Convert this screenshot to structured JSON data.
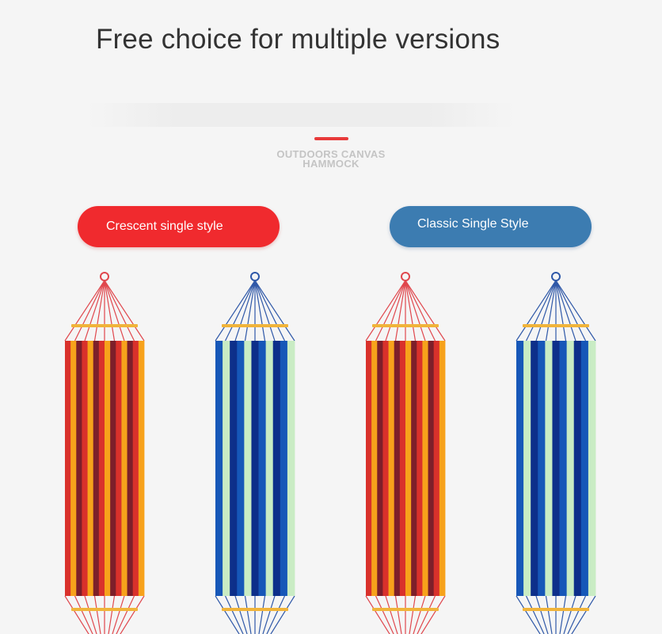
{
  "header": {
    "title": "Free choice for multiple versions",
    "subtitle_line1": "OUTDOORS CANVAS",
    "subtitle_line2": "HAMMOCK",
    "accent_color": "#e83a3a"
  },
  "styles": [
    {
      "label": "Crescent single style",
      "color": "#f02a2e"
    },
    {
      "label": "Classic Single Style",
      "color": "#3c7cb1"
    }
  ],
  "hammocks": [
    {
      "name": "red-striped-hammock-1",
      "rope_color": "#e0474d",
      "stripes": [
        "#d9312b",
        "#f7a21b",
        "#7d1f2a",
        "#d9312b",
        "#f7a21b",
        "#7d1f2a",
        "#d9312b",
        "#f7a21b",
        "#7d1f2a",
        "#d9312b",
        "#f7a21b",
        "#7d1f2a",
        "#d9312b",
        "#f7a21b"
      ]
    },
    {
      "name": "blue-striped-hammock-1",
      "rope_color": "#2f58a8",
      "stripes": [
        "#1657b8",
        "#c9ecc4",
        "#0d2f8a",
        "#1657b8",
        "#c9ecc4",
        "#0d2f8a",
        "#1657b8",
        "#c9ecc4",
        "#0d2f8a",
        "#1657b8",
        "#c9ecc4"
      ]
    },
    {
      "name": "red-striped-hammock-2",
      "rope_color": "#e0474d",
      "stripes": [
        "#d9312b",
        "#f7a21b",
        "#7d1f2a",
        "#d9312b",
        "#f7a21b",
        "#7d1f2a",
        "#d9312b",
        "#f7a21b",
        "#7d1f2a",
        "#d9312b",
        "#f7a21b",
        "#7d1f2a",
        "#d9312b",
        "#f7a21b"
      ]
    },
    {
      "name": "blue-striped-hammock-2",
      "rope_color": "#2f58a8",
      "stripes": [
        "#1657b8",
        "#c9ecc4",
        "#0d2f8a",
        "#1657b8",
        "#c9ecc4",
        "#0d2f8a",
        "#1657b8",
        "#c9ecc4",
        "#0d2f8a",
        "#1657b8",
        "#c9ecc4"
      ]
    }
  ],
  "spreader_bar_color": "#f0b43a"
}
